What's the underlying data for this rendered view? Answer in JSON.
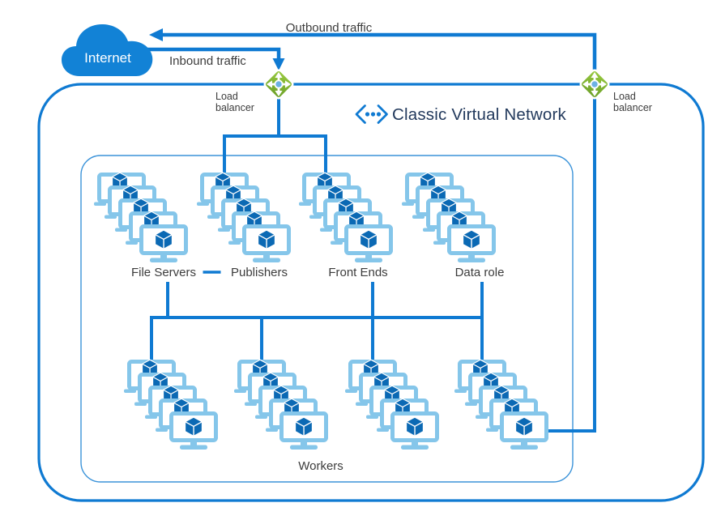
{
  "diagram": {
    "title": "Classic Virtual Network",
    "internet": {
      "label": "Internet"
    },
    "traffic": {
      "outbound": "Outbound traffic",
      "inbound": "Inbound traffic"
    },
    "load_balancer_top": {
      "label_line1": "Load",
      "label_line2": "balancer"
    },
    "load_balancer_right": {
      "label_line1": "Load",
      "label_line2": "balancer"
    },
    "tiers": [
      {
        "label": "File Servers",
        "vm_count": 5
      },
      {
        "label": "Publishers",
        "vm_count": 5
      },
      {
        "label": "Front Ends",
        "vm_count": 5
      },
      {
        "label": "Data role",
        "vm_count": 5
      }
    ],
    "workers": {
      "label": "Workers",
      "stack_count": 4,
      "vm_count_per_stack": 5
    },
    "icons": {
      "cloud": "internet-cloud",
      "load_balancer": "load-balancer-diamond",
      "virtual_network": "vnet-chevron-dots",
      "vm_stack": "vm-monitor-cube-stack"
    },
    "colors": {
      "line_blue": "#0f7ad2",
      "inner_box_blue": "#3b93d9",
      "monitor_outline": "#85c6ea",
      "cube_blue": "#0b69b4",
      "cloud_blue": "#1282d6",
      "lb_green_light": "#9ccd41",
      "lb_green_dark": "#6fa32a",
      "lb_center_dot": "#6cb1e3",
      "title_navy": "#22395c",
      "label_gray": "#3c3c3c"
    }
  }
}
